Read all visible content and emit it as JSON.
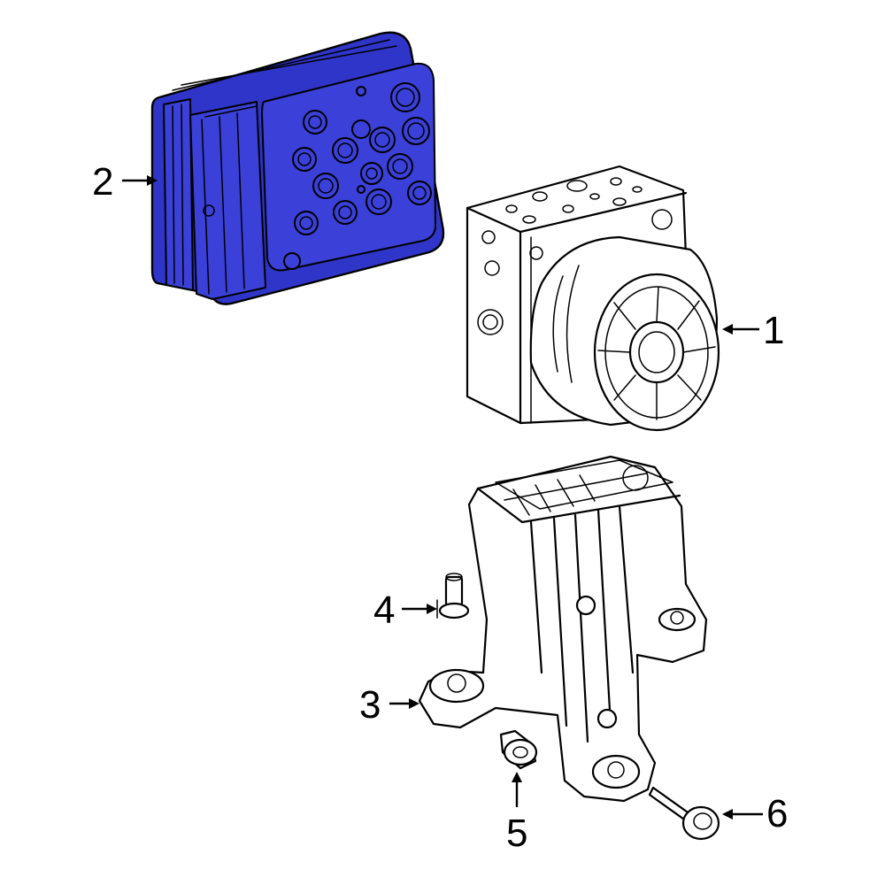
{
  "diagram": {
    "highlight_color": "#2f35c8",
    "callouts": [
      {
        "id": "1",
        "label": "1",
        "part": "abs-hydraulic-unit"
      },
      {
        "id": "2",
        "label": "2",
        "part": "abs-control-module"
      },
      {
        "id": "3",
        "label": "3",
        "part": "mounting-bracket"
      },
      {
        "id": "4",
        "label": "4",
        "part": "bracket-bolt"
      },
      {
        "id": "5",
        "label": "5",
        "part": "bracket-bolt"
      },
      {
        "id": "6",
        "label": "6",
        "part": "bracket-bolt"
      }
    ]
  }
}
